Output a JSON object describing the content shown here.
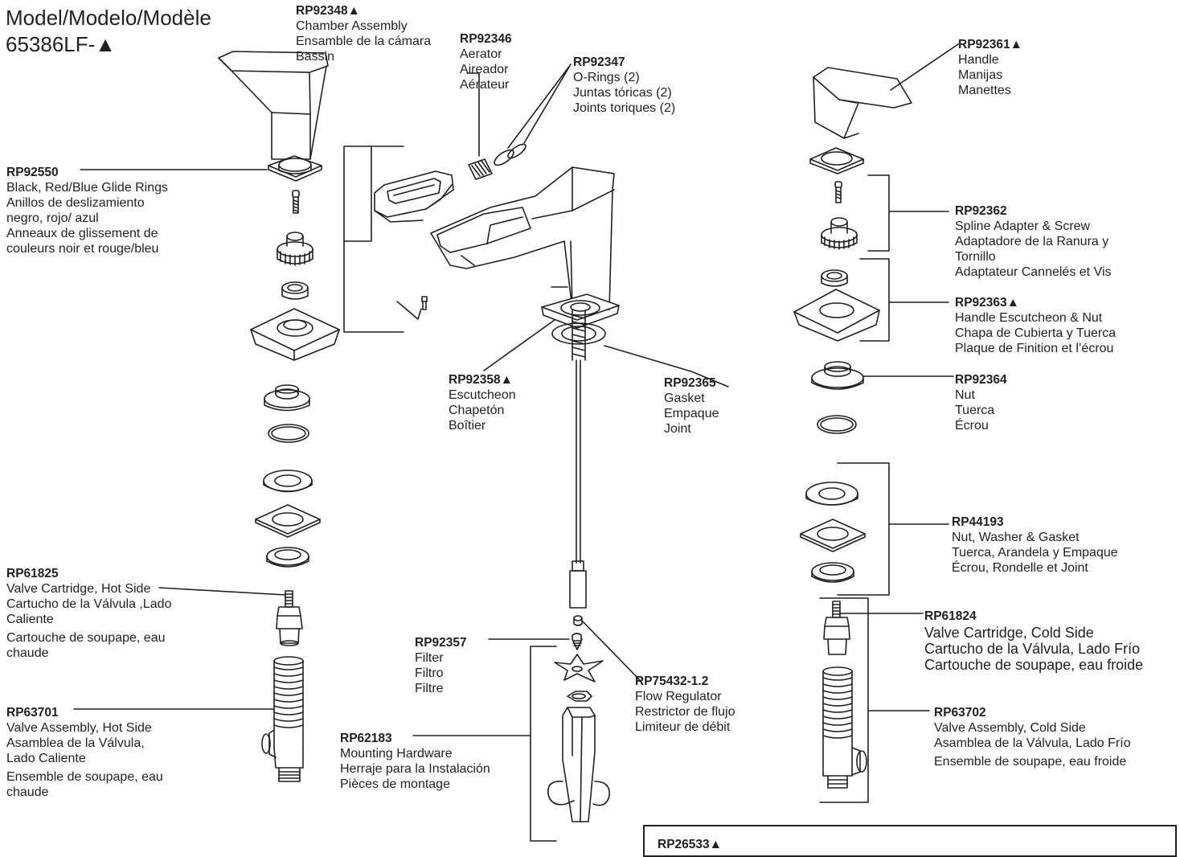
{
  "title": {
    "line1": "Model/Modelo/Modèle",
    "line2": "65386LF-▲"
  },
  "parts": [
    {
      "key": "rp92348",
      "part": "RP92348▲",
      "lines": [
        "Chamber Assembly",
        "Ensamble de la cámara",
        "Bassin"
      ]
    },
    {
      "key": "rp92346",
      "part": "RP92346",
      "lines": [
        "Aerator",
        "Aireador",
        "Aérateur"
      ]
    },
    {
      "key": "rp92347",
      "part": "RP92347",
      "lines": [
        "O-Rings (2)",
        "Juntas tóricas (2)",
        "Joints toriques (2)"
      ]
    },
    {
      "key": "rp92361",
      "part": "RP92361▲",
      "lines": [
        "Handle",
        "Manijas",
        "Manettes"
      ]
    },
    {
      "key": "rp92550",
      "part": "RP92550",
      "lines": [
        "Black, Red/Blue Glide Rings",
        "Anillos de deslizamiento",
        "negro, rojo/ azul",
        "Anneaux de glissement de",
        "couleurs noir et rouge/bleu"
      ]
    },
    {
      "key": "rp92362",
      "part": "RP92362",
      "lines": [
        "Spline Adapter & Screw",
        "Adaptadore de la Ranura y",
        "Tornillo",
        "Adaptateur Cannelés et Vis"
      ]
    },
    {
      "key": "rp92363",
      "part": "RP92363▲",
      "lines": [
        "Handle Escutcheon & Nut",
        "Chapa de Cubierta y Tuerca",
        "Plaque de Finition et l’écrou"
      ]
    },
    {
      "key": "rp92364",
      "part": "RP92364",
      "lines": [
        "Nut",
        "Tuerca",
        "Écrou"
      ]
    },
    {
      "key": "rp92358",
      "part": "RP92358▲",
      "lines": [
        "Escutcheon",
        "Chapetón",
        "Boîtier"
      ]
    },
    {
      "key": "rp92365",
      "part": "RP92365",
      "lines": [
        "Gasket",
        "Empaque",
        "Joint"
      ]
    },
    {
      "key": "rp44193",
      "part": "RP44193",
      "lines": [
        "Nut, Washer & Gasket",
        "Tuerca, Arandela y Empaque",
        "Écrou, Rondelle et Joint"
      ]
    },
    {
      "key": "rp61825",
      "part": "RP61825",
      "lines": [
        "Valve Cartridge, Hot Side",
        "Cartucho de la Válvula ,Lado",
        "Caliente",
        "Cartouche de soupape, eau",
        "chaude"
      ]
    },
    {
      "key": "rp61824",
      "part": "RP61824",
      "lines": [
        "Valve Cartridge, Cold Side",
        "Cartucho de la Válvula, Lado Frío",
        "Cartouche de soupape, eau froide"
      ]
    },
    {
      "key": "rp92357",
      "part": "RP92357",
      "lines": [
        "Filter",
        "Filtro",
        "Filtre"
      ]
    },
    {
      "key": "rp75432",
      "part": "RP75432-1.2",
      "lines": [
        "Flow Regulator",
        "Restrictor de flujo",
        "Limiteur de débit"
      ]
    },
    {
      "key": "rp63701",
      "part": "RP63701",
      "lines": [
        "Valve Assembly, Hot Side",
        "Asamblea de la Válvula,",
        "Lado Caliente",
        "Ensemble de soupape, eau",
        "chaude"
      ]
    },
    {
      "key": "rp63702",
      "part": "RP63702",
      "lines": [
        "Valve Assembly, Cold Side",
        "Asamblea de la Válvula, Lado Frío",
        "Ensemble de soupape, eau froide"
      ]
    },
    {
      "key": "rp62183",
      "part": "RP62183",
      "lines": [
        "Mounting Hardware",
        "Herraje para la Instalación",
        "Pièces de montage"
      ]
    }
  ],
  "footer_box": {
    "part": "RP26533▲"
  },
  "colors": {
    "ink": "#231f20",
    "paper": "#ffffff"
  }
}
